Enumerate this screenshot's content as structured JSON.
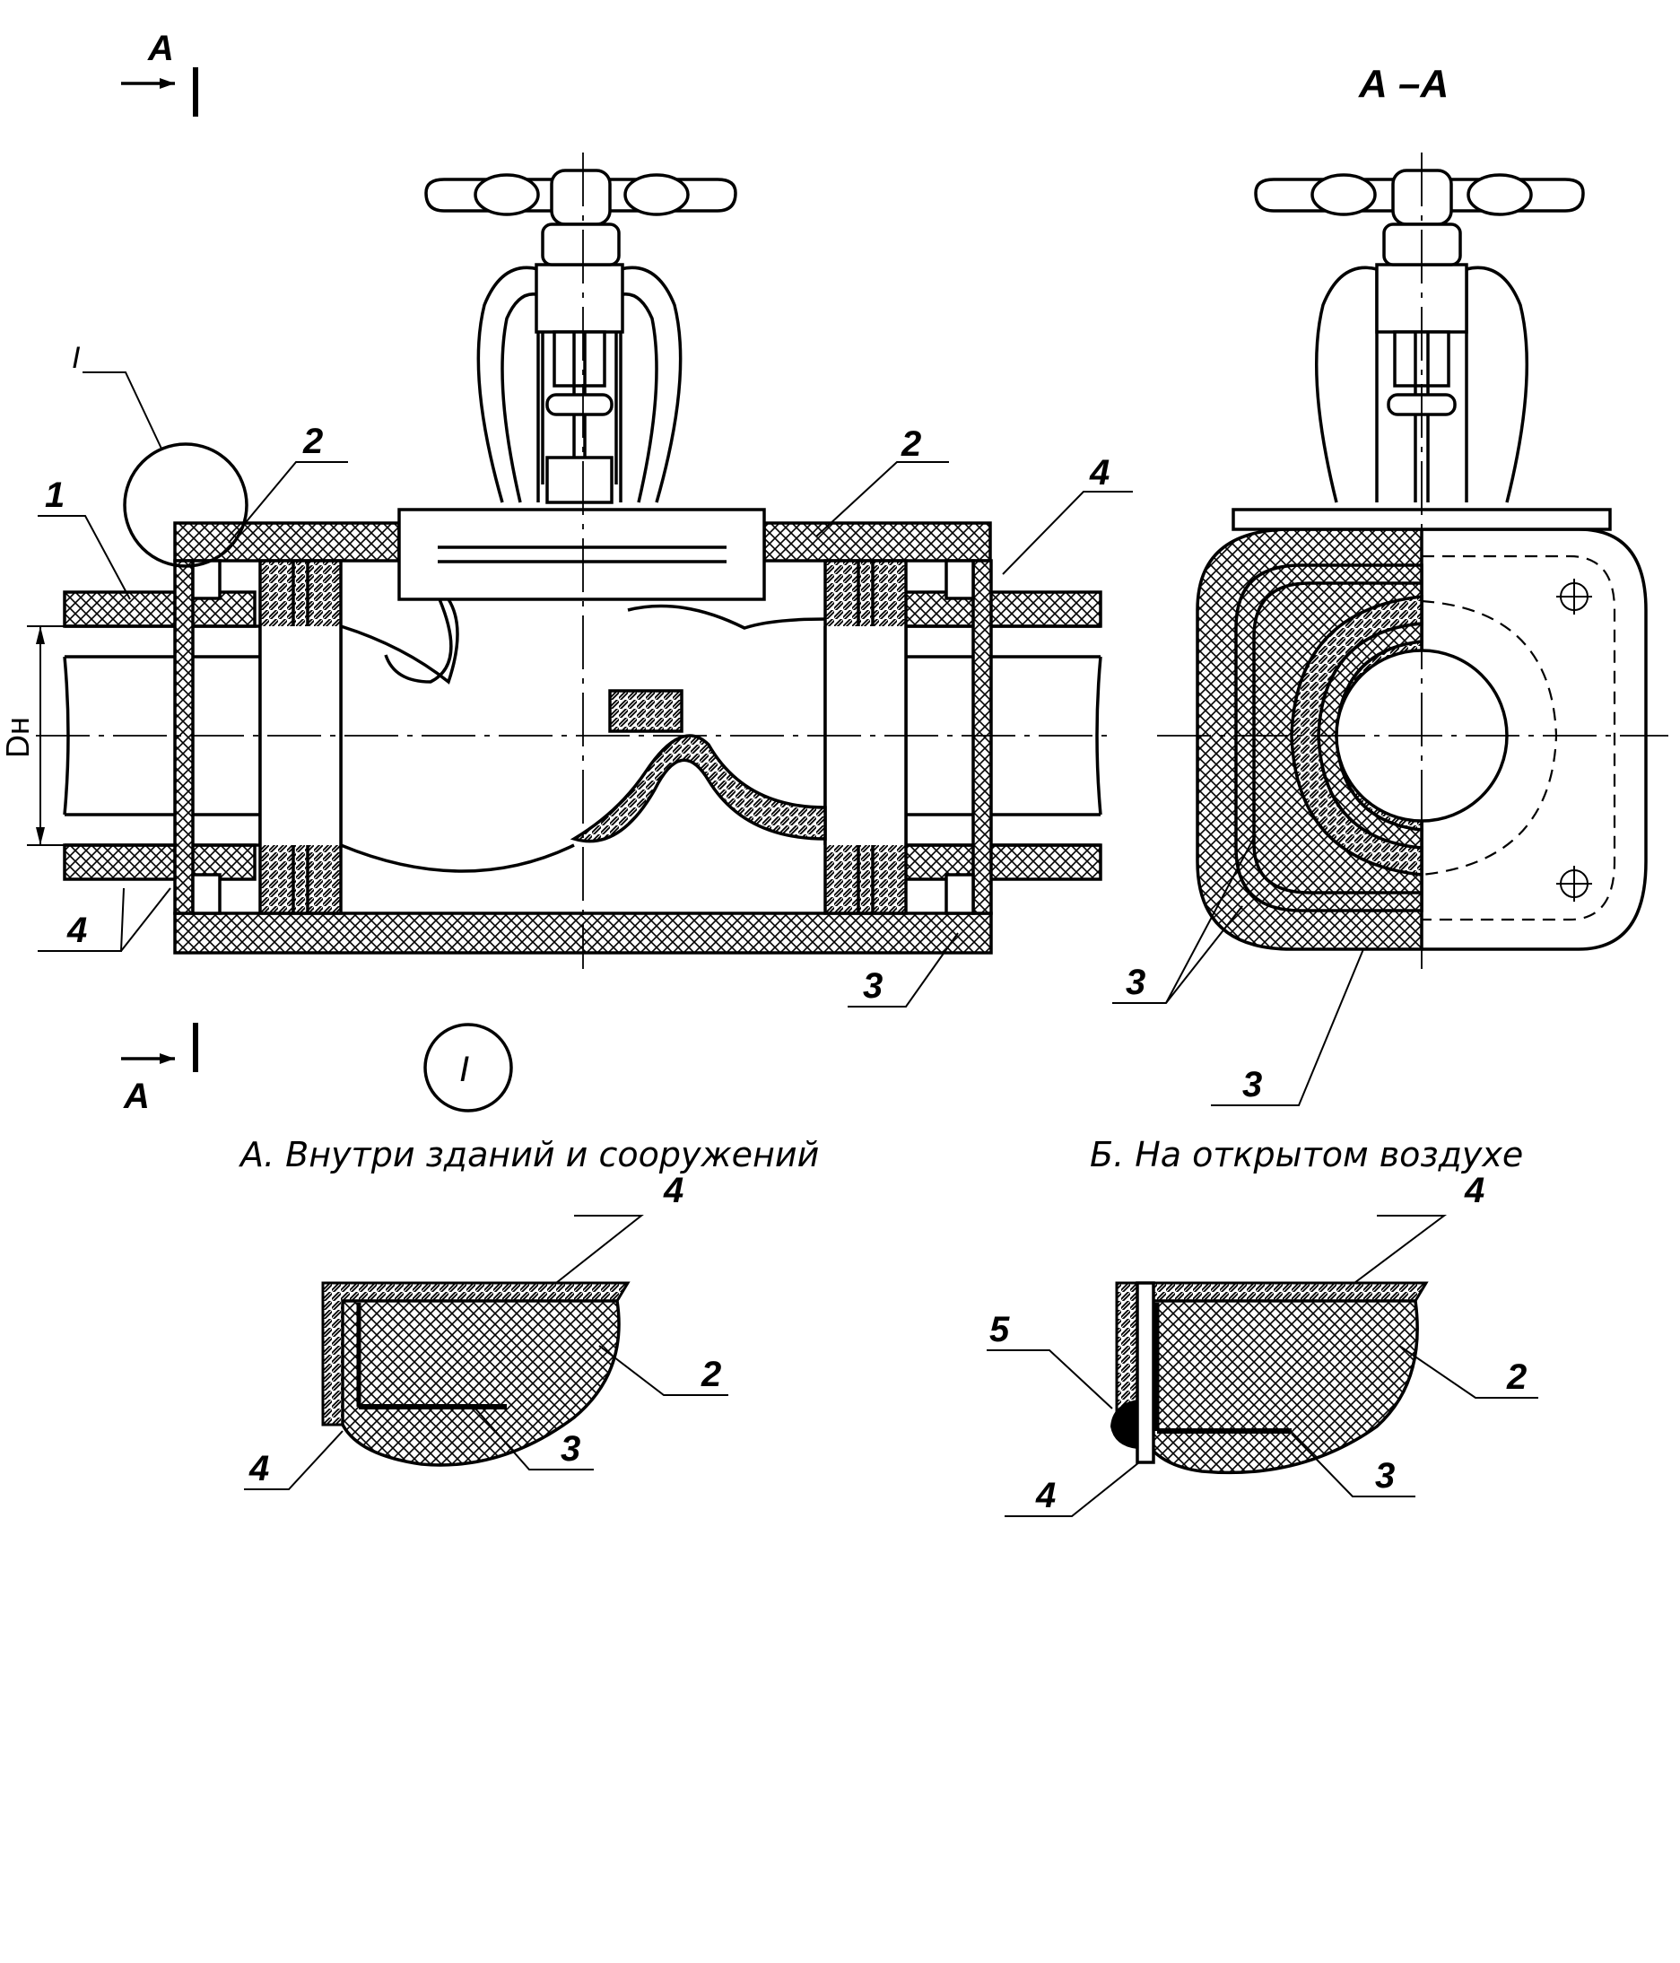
{
  "section_marks": {
    "letter_top": "А",
    "letter_bottom": "А",
    "section_title": "А –А"
  },
  "callouts": {
    "detail_ref_leader": "I",
    "detail_ref_circle": "I",
    "main_view": [
      "1",
      "2",
      "2",
      "4",
      "4",
      "3"
    ],
    "section_view": [
      "3",
      "3"
    ],
    "detail_a": [
      "4",
      "2",
      "3",
      "4"
    ],
    "detail_b": [
      "4",
      "5",
      "2",
      "3",
      "4"
    ]
  },
  "dimension": {
    "label": "Dн"
  },
  "captions": {
    "detail_a": "А. Внутри зданий и сооружений",
    "detail_b": "Б. На открытом воздухе"
  }
}
